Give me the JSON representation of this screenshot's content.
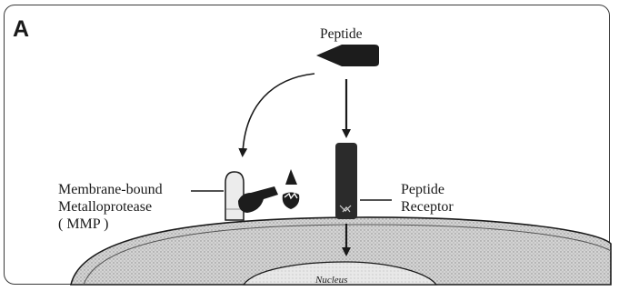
{
  "panel_letter": "A",
  "peptide": {
    "label": "Peptide"
  },
  "mmp": {
    "line1": "Membrane-bound",
    "line2": "Metalloprotease",
    "line3": "( MMP )"
  },
  "receptor": {
    "line1": "Peptide",
    "line2": "Receptor"
  },
  "nucleus": {
    "label": "Nucleus"
  },
  "colors": {
    "ink": "#1a1a1a",
    "cell_fill": "#d2d2d2",
    "nucleus_fill": "#e6e6e6",
    "receptor_fill": "#2b2b2b"
  }
}
